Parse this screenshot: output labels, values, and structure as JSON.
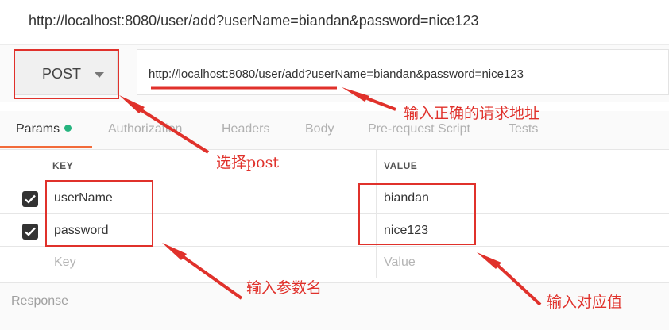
{
  "window": {
    "title": "http://localhost:8080/user/add?userName=biandan&password=nice123"
  },
  "request": {
    "method": "POST",
    "url": "http://localhost:8080/user/add?userName=biandan&password=nice123"
  },
  "tabs": [
    {
      "label": "Params",
      "active": true
    },
    {
      "label": "Authorization"
    },
    {
      "label": "Headers"
    },
    {
      "label": "Body"
    },
    {
      "label": "Pre-request Script"
    },
    {
      "label": "Tests"
    }
  ],
  "params": {
    "headers": {
      "key": "KEY",
      "value": "VALUE"
    },
    "rows": [
      {
        "checked": true,
        "key": "userName",
        "value": "biandan"
      },
      {
        "checked": true,
        "key": "password",
        "value": "nice123"
      }
    ],
    "placeholder": {
      "key": "Key",
      "value": "Value"
    }
  },
  "response": {
    "label": "Response"
  },
  "annotations": {
    "url": "输入正确的请求地址",
    "method": "选择post",
    "param_name": "输入参数名",
    "param_value": "输入对应值"
  },
  "colors": {
    "annotation": "#e0312b",
    "tab_accent": "#f26b3a",
    "status_dot": "#26b47f"
  }
}
